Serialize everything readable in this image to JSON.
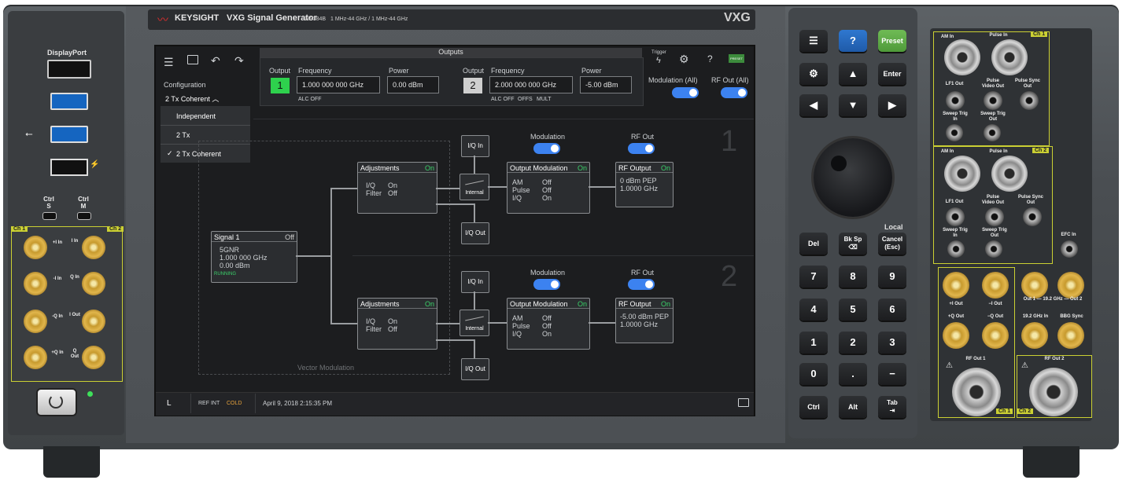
{
  "header": {
    "brand": "KEYSIGHT",
    "product": "VXG Signal Generator",
    "model": "M9384B",
    "freq_range": "1 MHz-44 GHz / 1 MHz-44 GHz",
    "logo": "VXG"
  },
  "left_panel": {
    "displayport": "DisplayPort",
    "ctrl_s": "Ctrl S",
    "ctrl_m": "Ctrl M",
    "ch1": "Ch 1",
    "ch2": "Ch 2",
    "iq_ports": [
      {
        "label": "+I In"
      },
      {
        "label": "I In"
      },
      {
        "label": "-I In"
      },
      {
        "label": "Q In"
      },
      {
        "label": "-Q In"
      },
      {
        "label": "I Out"
      },
      {
        "label": "+Q In"
      },
      {
        "label": "Q Out"
      }
    ]
  },
  "toolbar": {
    "outputs_title": "Outputs",
    "trigger_label": "Trigger",
    "preset_label": "PRESET"
  },
  "config": {
    "label": "Configuration",
    "selected": "2 Tx Coherent",
    "options": [
      "Independent",
      "2 Tx",
      "2 Tx Coherent"
    ]
  },
  "outputs": [
    {
      "label": "Output",
      "num": "1",
      "freq_label": "Frequency",
      "freq": "1.000 000 000 GHz",
      "power_label": "Power",
      "power": "0.00 dBm",
      "status": "ALC OFF"
    },
    {
      "label": "Output",
      "num": "2",
      "freq_label": "Frequency",
      "freq": "2.000 000 000 GHz",
      "power_label": "Power",
      "power": "-5.00 dBm",
      "status_a": "ALC OFF",
      "status_b": "OFFS",
      "status_c": "MULT"
    }
  ],
  "global_toggles": {
    "modulation_all": "Modulation (All)",
    "rfout_all": "RF Out (All)"
  },
  "diagram": {
    "signal": {
      "title": "Signal 1",
      "state": "Off",
      "line1": "5GNR",
      "line2": "1.000 000 GHz",
      "line3": "0.00 dBm",
      "running": "RUNNING"
    },
    "vector_mod": "Vector Modulation",
    "channels": [
      {
        "num": "1",
        "iq_in": "I/Q In",
        "iq_out": "I/Q Out",
        "internal": "Internal",
        "modulation": "Modulation",
        "rfout": "RF Out",
        "adj": {
          "title": "Adjustments",
          "state": "On",
          "k1": "I/Q",
          "v1": "On",
          "k2": "Filter",
          "v2": "Off"
        },
        "outmod": {
          "title": "Output Modulation",
          "state": "On",
          "k1": "AM",
          "v1": "Off",
          "k2": "Pulse",
          "v2": "Off",
          "k3": "I/Q",
          "v3": "On"
        },
        "rfbox": {
          "title": "RF Output",
          "state": "On",
          "line1": "0 dBm PEP",
          "line2": "1.0000 GHz"
        }
      },
      {
        "num": "2",
        "iq_in": "I/Q In",
        "iq_out": "I/Q Out",
        "internal": "Internal",
        "modulation": "Modulation",
        "rfout": "RF Out",
        "adj": {
          "title": "Adjustments",
          "state": "On",
          "k1": "I/Q",
          "v1": "On",
          "k2": "Filter",
          "v2": "Off"
        },
        "outmod": {
          "title": "Output Modulation",
          "state": "On",
          "k1": "AM",
          "v1": "Off",
          "k2": "Pulse",
          "v2": "Off",
          "k3": "I/Q",
          "v3": "On"
        },
        "rfbox": {
          "title": "RF Output",
          "state": "On",
          "line1": "-5.00 dBm PEP",
          "line2": "1.0000 GHz"
        }
      }
    ]
  },
  "statusbar": {
    "local": "L",
    "ref": "REF INT",
    "cold": "COLD",
    "datetime": "April 9, 2018  2:15:35 PM"
  },
  "keypad": {
    "help": "?",
    "preset": "Preset",
    "enter": "Enter",
    "local": "Local",
    "del": "Del",
    "bksp": "Bk Sp",
    "cancel": "Cancel (Esc)",
    "digits": [
      "7",
      "8",
      "9",
      "4",
      "5",
      "6",
      "1",
      "2",
      "3",
      "0",
      ".",
      "−"
    ],
    "ctrl": "Ctrl",
    "alt": "Alt",
    "tab": "Tab"
  },
  "rf_panel": {
    "ch1": "Ch 1",
    "ch2": "Ch 2",
    "am_in": "AM In",
    "pulse_in": "Pulse In",
    "lf1_out": "LF1 Out",
    "pulse_video_out": "Pulse Video Out",
    "pulse_sync_out": "Pulse Sync Out",
    "sweep_trig_in": "Sweep Trig In",
    "sweep_trig_out": "Sweep Trig Out",
    "efc_in": "EFC In",
    "plus_i_out": "+I Out",
    "minus_i_out": "−I Out",
    "plus_q_out": "+Q Out",
    "minus_q_out": "−Q Out",
    "out_1_2": "Out 1 — 19.2 GHz — Out 2",
    "ghz_in": "19.2 GHz In",
    "bbg_sync": "BBG Sync",
    "rf_out_1": "RF Out 1",
    "rf_out_2": "RF Out 2"
  },
  "colors": {
    "screen_bg": "#1c1d1f",
    "accent_green": "#3bd16a",
    "toggle_blue": "#3c82f0",
    "channel_tag": "#cbd033",
    "cold_orange": "#e6a23c"
  }
}
